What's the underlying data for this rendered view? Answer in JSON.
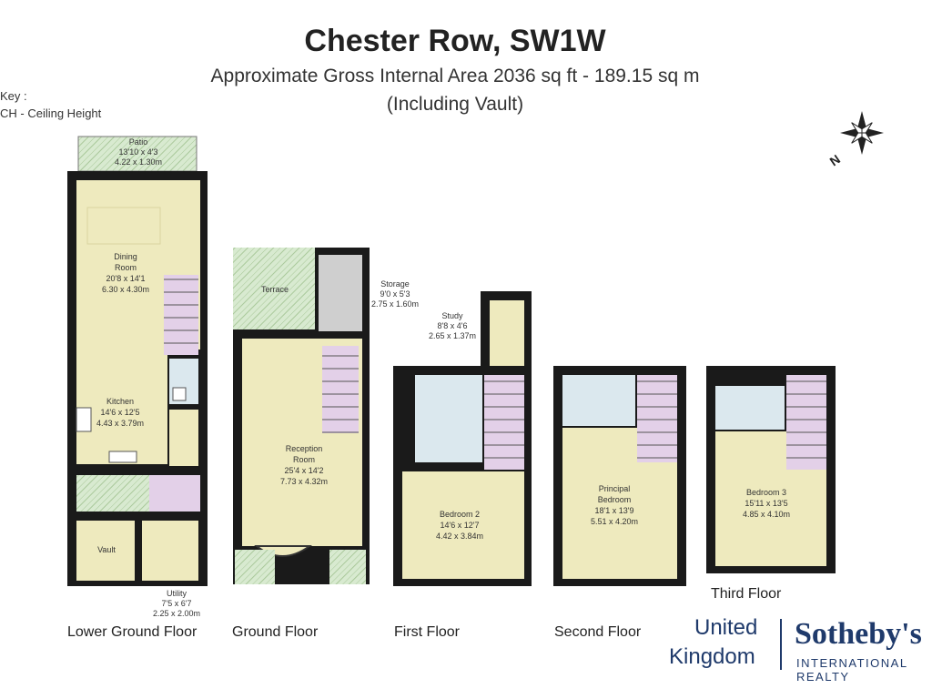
{
  "header": {
    "title": "Chester Row, SW1W",
    "subtitle": "Approximate Gross Internal Area 2036 sq ft - 189.15 sq m",
    "subtitle2": "(Including Vault)"
  },
  "key": {
    "title": "Key :",
    "item": "CH - Ceiling Height"
  },
  "compass": {
    "label": "N",
    "icon": "compass-rose-icon"
  },
  "colors": {
    "wall": "#1a1a1a",
    "living": "#eeeabe",
    "bath": "#dbe8ee",
    "stairs": "#e3d0e8",
    "storage": "#cfcfcf",
    "outdoor": "#d8ead0"
  },
  "floors": {
    "lower_ground": {
      "label": "Lower Ground Floor",
      "rooms": {
        "patio": {
          "name": "Patio",
          "imperial": "13'10 x 4'3",
          "metric": "4.22 x 1.30m"
        },
        "dining": {
          "name1": "Dining",
          "name2": "Room",
          "imperial": "20'8 x 14'1",
          "metric": "6.30 x 4.30m"
        },
        "kitchen": {
          "name": "Kitchen",
          "imperial": "14'6 x 12'5",
          "metric": "4.43 x 3.79m"
        },
        "vault": {
          "name": "Vault"
        },
        "utility": {
          "name": "Utility",
          "imperial": "7'5 x 6'7",
          "metric": "2.25 x 2.00m"
        }
      }
    },
    "ground": {
      "label": "Ground Floor",
      "rooms": {
        "terrace": {
          "name": "Terrace"
        },
        "storage": {
          "name": "Storage",
          "imperial": "9'0 x 5'3",
          "metric": "2.75 x 1.60m"
        },
        "reception": {
          "name1": "Reception",
          "name2": "Room",
          "imperial": "25'4 x 14'2",
          "metric": "7.73 x 4.32m"
        }
      }
    },
    "first": {
      "label": "First Floor",
      "rooms": {
        "study": {
          "name": "Study",
          "imperial": "8'8 x 4'6",
          "metric": "2.65 x 1.37m"
        },
        "bedroom2": {
          "name": "Bedroom 2",
          "imperial": "14'6 x 12'7",
          "metric": "4.42 x 3.84m"
        }
      }
    },
    "second": {
      "label": "Second Floor",
      "rooms": {
        "principal": {
          "name1": "Principal",
          "name2": "Bedroom",
          "imperial": "18'1 x 13'9",
          "metric": "5.51 x 4.20m"
        }
      }
    },
    "third": {
      "label": "Third Floor",
      "rooms": {
        "bedroom3": {
          "name": "Bedroom 3",
          "imperial": "15'11 x 13'5",
          "metric": "4.85 x 4.10m"
        }
      }
    }
  },
  "branding": {
    "line1": "United",
    "line2": "Kingdom",
    "logo": "Sotheby's",
    "tagline": "INTERNATIONAL REALTY"
  }
}
